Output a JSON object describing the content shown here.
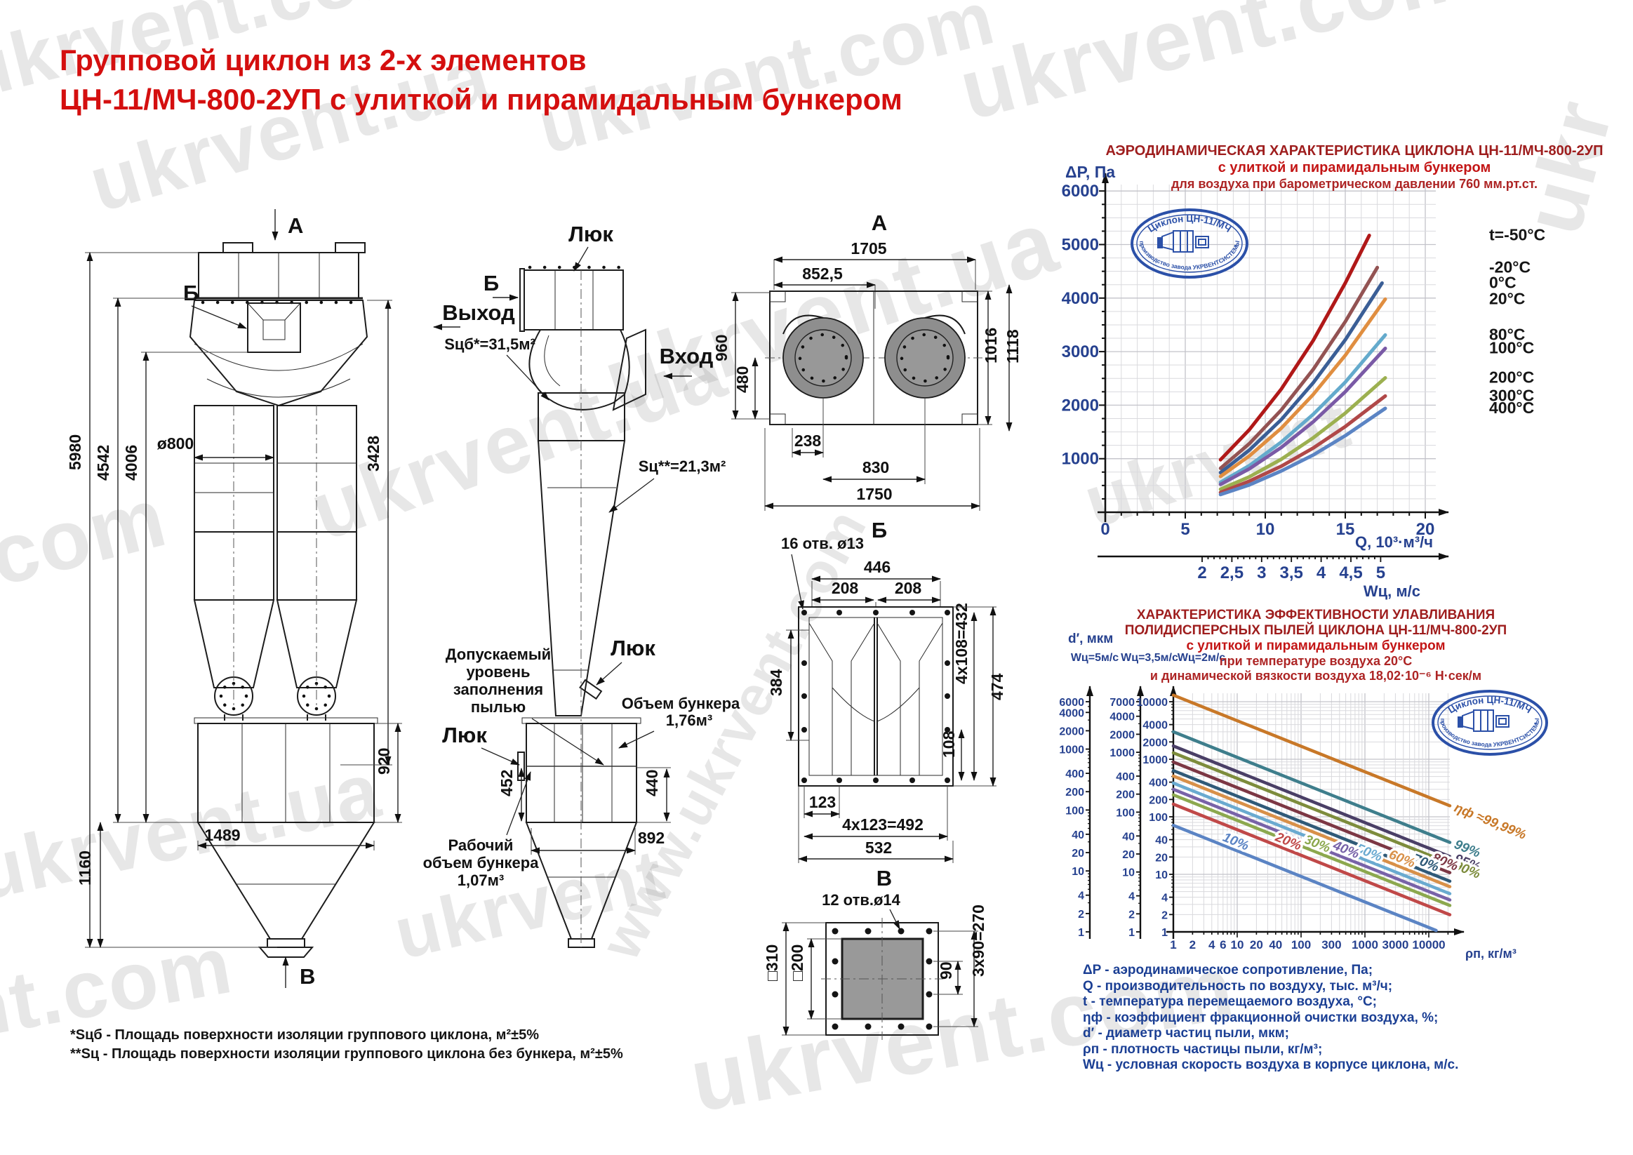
{
  "page": {
    "title_line1": "Групповой циклон из 2-х элементов",
    "title_line2": "ЦН-11/МЧ-800-2УП с улиткой и пирамидальным бункером",
    "footnotes": [
      "*Sцб - Площадь поверхности изоляции группового циклона, м²±5%",
      "**Sц - Площадь поверхности изоляции группового циклона без бункера, м²±5%"
    ],
    "watermarks": {
      "com": "ukrvent.com",
      "ua": "ukrvent.ua",
      "www": "www.ukrvent.com",
      "dotcom": ".com",
      "ntcom": "nt.com",
      "ukr": "ukr",
      "plain": "ukrvent"
    }
  },
  "ui": {
    "title_red": "#d40f0f",
    "chart_title_dark_red": "#9e1d1d",
    "chart_title_red": "#c31515",
    "axis_blue": "#26418f",
    "stamp_blue": "#2b50a8"
  },
  "stamp": {
    "top": "Циклон ЦН-11/МЧ",
    "bottom": "производство завода УКРВЕНТСИСТЕМЫ"
  },
  "front_view": {
    "label_top": "А",
    "label_b": "Б",
    "label_bottom": "В",
    "dim_5980": "5980",
    "dim_4542": "4542",
    "dim_4006": "4006",
    "dim_d800": "ø800",
    "dim_3428": "3428",
    "dim_920": "920",
    "dim_1489": "1489",
    "dim_1160": "1160"
  },
  "side_view": {
    "luk": "Люк",
    "label_b": "Б",
    "vyhod": "Выход",
    "vhod": "Вход",
    "s_cb": "Sцб*=31,5м²",
    "s_c": "Sц**=21,3м²",
    "dust_line1": "Допускаемый",
    "dust_line2": "уровень",
    "dust_line3": "заполнения",
    "dust_line4": "пылью",
    "luk2": "Люк",
    "luk3": "Люк",
    "vol1": "Объем бункера",
    "vol1v": "1,76м³",
    "vol2a": "Рабочий",
    "vol2b": "объем бункера",
    "vol2v": "1,07м³",
    "dim_452": "452",
    "dim_440": "440",
    "dim_892": "892"
  },
  "top_view": {
    "label": "А",
    "label_b": "Б",
    "dim_1705": "1705",
    "dim_8525": "852,5",
    "dim_960": "960",
    "dim_480": "480",
    "dim_1016": "1016",
    "dim_1118": "1118",
    "dim_238": "238",
    "dim_830": "830",
    "dim_1750": "1750"
  },
  "view_b": {
    "holes": "16 отв. ø13",
    "dim_446": "446",
    "dim_208a": "208",
    "dim_208b": "208",
    "dim_384": "384",
    "dim_432": "4x108=432",
    "dim_474": "474",
    "dim_108": "108",
    "dim_123": "123",
    "dim_492": "4x123=492",
    "dim_532": "532"
  },
  "view_v": {
    "label": "В",
    "holes": "12 отв.ø14",
    "dim_310": "□310",
    "dim_200": "□200",
    "dim_90": "90",
    "dim_270": "3x90=270"
  },
  "definitions": [
    "ΔP - аэродинамическое сопротивление, Па;",
    "Q - производительность по воздуху, тыс. м³/ч;",
    "t - температура перемещаемого воздуха, °С;",
    "ηф - коэффициент фракционной очистки воздуха, %;",
    "d′ - диаметр частиц пыли, мкм;",
    "ρп - плотность частицы пыли, кг/м³;",
    "Wц - условная скорость воздуха в корпусе циклона, м/с."
  ],
  "chart_data": [
    {
      "type": "line",
      "title": "АЭРОДИНАМИЧЕСКАЯ  ХАРАКТЕРИСТИКА  ЦИКЛОНА ЦН-11/МЧ-800-2УП",
      "subtitle": "с улиткой и пирамидальным бункером",
      "subtitle2": "для воздуха при барометрическом давлении 760 мм.рт.ст.",
      "ylabel": "ΔP, Па",
      "xlabel": "Q, 10³·м³/ч",
      "xlabel2": "Wц, м/с",
      "xlim": [
        0,
        20
      ],
      "ylim": [
        0,
        6000
      ],
      "x_ticks": [
        0,
        5,
        10,
        15,
        20
      ],
      "y_ticks": [
        1000,
        2000,
        3000,
        4000,
        5000,
        6000
      ],
      "x2_ticks": [
        2,
        2.5,
        3,
        3.5,
        4,
        4.5,
        5
      ],
      "grid": true,
      "legend_position": "right",
      "series": [
        {
          "name": "t=-50°C",
          "color": "#b01818",
          "x": [
            7.2,
            9,
            11,
            13,
            15,
            16.5
          ],
          "y": [
            980,
            1540,
            2300,
            3210,
            4280,
            5170
          ]
        },
        {
          "name": "-20°C",
          "color": "#935353",
          "x": [
            7.2,
            9,
            11,
            13,
            15,
            17
          ],
          "y": [
            820,
            1280,
            1910,
            2670,
            3560,
            4570
          ]
        },
        {
          "name": "0°C",
          "color": "#3a5e96",
          "x": [
            7.2,
            9,
            11,
            13,
            15,
            17.3
          ],
          "y": [
            740,
            1160,
            1730,
            2420,
            3220,
            4280
          ]
        },
        {
          "name": "20°C",
          "color": "#e08e40",
          "x": [
            7.2,
            9,
            11,
            13,
            15,
            17.5
          ],
          "y": [
            670,
            1050,
            1570,
            2200,
            2930,
            3980
          ]
        },
        {
          "name": "80°C",
          "color": "#64aacc",
          "x": [
            7.2,
            9,
            11,
            13,
            15,
            17.5
          ],
          "y": [
            560,
            870,
            1310,
            1830,
            2430,
            3310
          ]
        },
        {
          "name": "100°C",
          "color": "#7a5aa6",
          "x": [
            7.2,
            9,
            11,
            13,
            15,
            17.5
          ],
          "y": [
            520,
            810,
            1210,
            1690,
            2250,
            3060
          ]
        },
        {
          "name": "200°C",
          "color": "#9cb050",
          "x": [
            7.2,
            9,
            11,
            13,
            15,
            17.5
          ],
          "y": [
            430,
            660,
            990,
            1390,
            1850,
            2510
          ]
        },
        {
          "name": "300°C",
          "color": "#b04848",
          "x": [
            7.2,
            9,
            11,
            13,
            15,
            17.5
          ],
          "y": [
            370,
            580,
            860,
            1200,
            1600,
            2170
          ]
        },
        {
          "name": "400°C",
          "color": "#5b84c4",
          "x": [
            7.2,
            9,
            11,
            13,
            15,
            17.5
          ],
          "y": [
            330,
            510,
            770,
            1070,
            1430,
            1940
          ]
        }
      ]
    },
    {
      "type": "line",
      "title": "ХАРАКТЕРИСТИКА  ЭФФЕКТИВНОСТИ УЛАВЛИВАНИЯ",
      "title2": "ПОЛИДИСПЕРСНЫХ ПЫЛЕЙ ЦИКЛОНА ЦН-11/МЧ-800-2УП",
      "subtitle": "с улиткой и пирамидальным бункером",
      "subtitle2": "при температуре воздуха 20°С",
      "subtitle3": "и динамической вязкости воздуха  18,02·10⁻⁶ Н·сек/м",
      "axes_header": "d′, мкм",
      "xlabel": "ρп, кг/м³",
      "xlim": [
        1,
        10000
      ],
      "x_ticks": [
        1,
        2,
        4,
        6,
        10,
        20,
        40,
        100,
        300,
        1000,
        3000,
        10000
      ],
      "y_axes": [
        {
          "label": "Wц=5м/с",
          "top": 6000,
          "ticks": [
            6000,
            4000,
            2000,
            1000,
            400,
            200,
            100,
            40,
            20,
            10,
            4,
            2,
            1
          ]
        },
        {
          "label": "Wц=3,5м/с",
          "top": 7000,
          "ticks": [
            7000,
            4000,
            2000,
            1000,
            400,
            200,
            100,
            40,
            20,
            10,
            4,
            2,
            1
          ]
        },
        {
          "label": "Wц=2м/с",
          "top": 10000,
          "ticks": [
            10000,
            4000,
            2000,
            1000,
            400,
            200,
            100,
            40,
            20,
            10,
            4,
            2,
            1
          ]
        }
      ],
      "lines": [
        {
          "label": "ηф ≈99,99%",
          "color": "#c87828",
          "d1": 13000,
          "pos": "end"
        },
        {
          "label": "99%",
          "color": "#3e7e8c",
          "d1": 3000,
          "pos": "end"
        },
        {
          "label": "95%",
          "color": "#4a3f66",
          "d1": 1700,
          "pos": "end"
        },
        {
          "label": "90%",
          "color": "#7d8c3c",
          "d1": 1290,
          "pos": "end"
        },
        {
          "label": "80%",
          "color": "#7c3744",
          "d1": 895,
          "rho": 17000
        },
        {
          "label": "70%",
          "color": "#2f5a78",
          "d1": 635,
          "rho": 8500
        },
        {
          "label": "60%",
          "color": "#d89048",
          "d1": 510,
          "rho": 3600
        },
        {
          "label": "50%",
          "color": "#6aaad0",
          "d1": 385,
          "rho": 1100
        },
        {
          "label": "40%",
          "color": "#7862a8",
          "d1": 300,
          "rho": 480
        },
        {
          "label": "30%",
          "color": "#8ca84e",
          "d1": 240,
          "rho": 170
        },
        {
          "label": "20%",
          "color": "#c04848",
          "d1": 166,
          "rho": 60
        },
        {
          "label": "10%",
          "color": "#5b84c4",
          "d1": 71,
          "rho": 9
        }
      ]
    }
  ]
}
